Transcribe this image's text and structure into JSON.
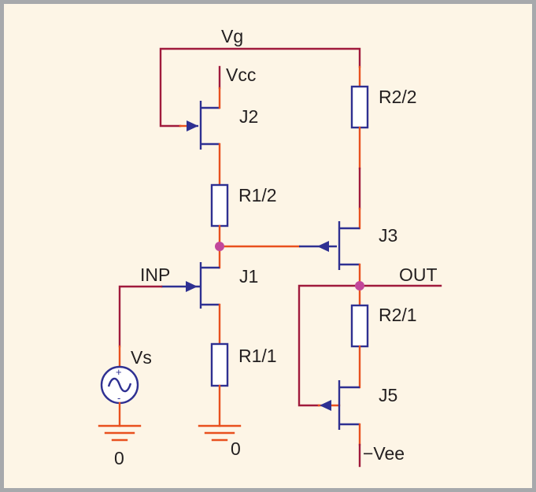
{
  "colors": {
    "background": "#fdf5e6",
    "frame": "#a7a9ac",
    "wire_orange": "#e8501e",
    "wire_maroon": "#a01a3c",
    "device": "#2e3092",
    "junction": "#c2479b",
    "text": "#231f20"
  },
  "labels": {
    "vg": "Vg",
    "vcc": "Vcc",
    "j2": "J2",
    "r1_2": "R1/2",
    "r2_2": "R2/2",
    "j3": "J3",
    "inp": "INP",
    "j1": "J1",
    "out": "OUT",
    "r2_1": "R2/1",
    "vs": "Vs",
    "r1_1": "R1/1",
    "j5": "J5",
    "vee": "−Vee",
    "gnd_vs": "0",
    "gnd_r1": "0"
  },
  "source_polarity": {
    "plus": "+",
    "minus": "-"
  }
}
